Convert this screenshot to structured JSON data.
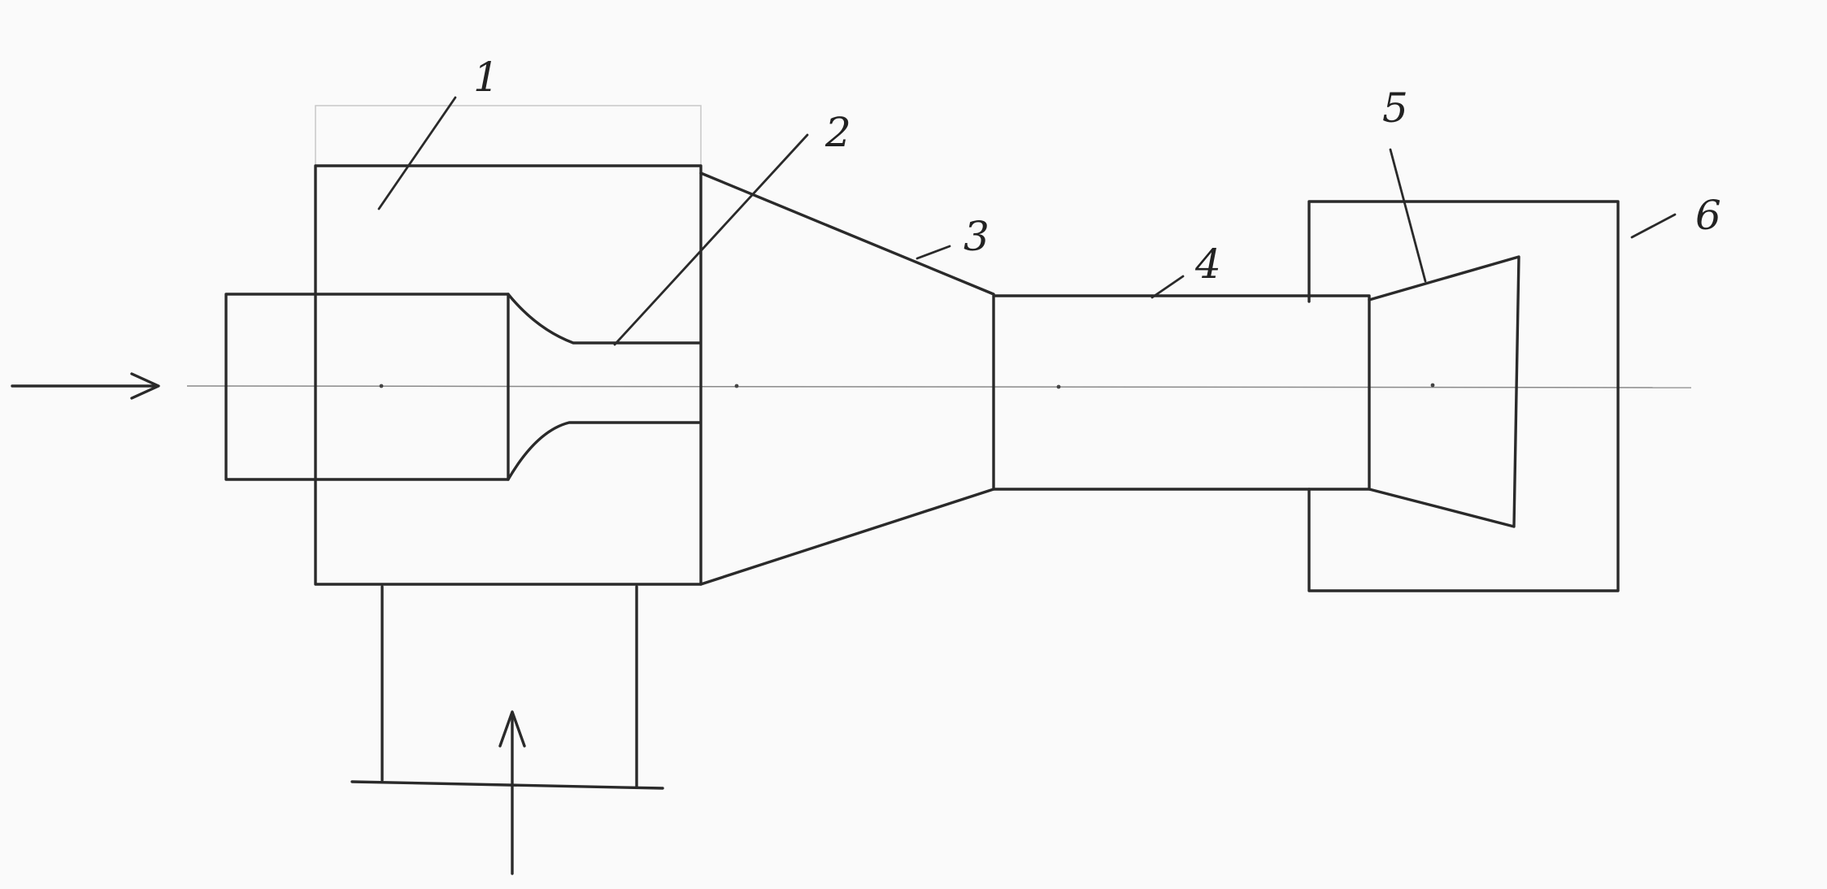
{
  "diagram": {
    "callouts": [
      {
        "id": "1",
        "text": "1"
      },
      {
        "id": "2",
        "text": "2"
      },
      {
        "id": "3",
        "text": "3"
      },
      {
        "id": "4",
        "text": "4"
      },
      {
        "id": "5",
        "text": "5"
      },
      {
        "id": "6",
        "text": "6"
      }
    ],
    "colors": {
      "ink": "#2a2a2a",
      "paper": "#fafafa",
      "centerline": "#8a8a8a"
    }
  }
}
